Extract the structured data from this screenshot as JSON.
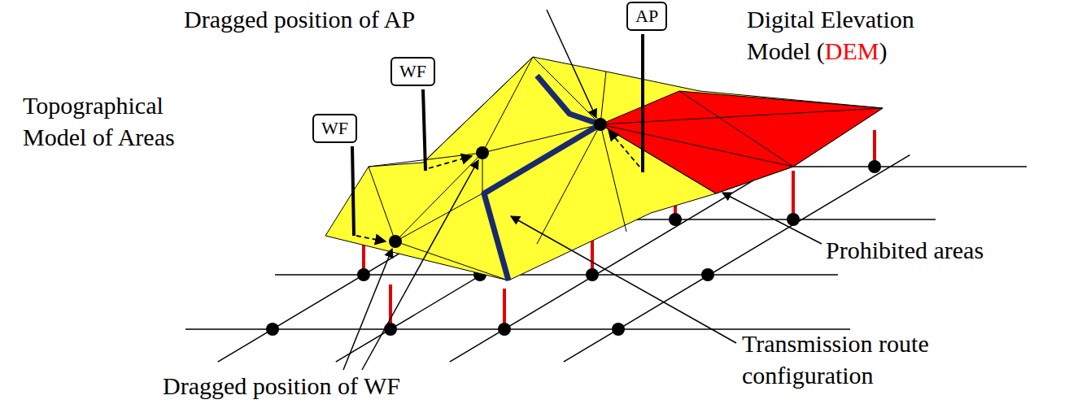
{
  "diagram": {
    "nodes": [
      {
        "text": [
          "AP"
        ]
      },
      {
        "text": [
          "WF"
        ]
      },
      {
        "text": [
          "WF"
        ]
      }
    ],
    "edges": [],
    "labels": [
      "Dragged position of AP",
      "Digital Elevation Model (DEM)",
      "Topographical Model of Areas",
      "Prohibited areas",
      "Transmission route configuration",
      "Dragged position of WF"
    ]
  }
}
